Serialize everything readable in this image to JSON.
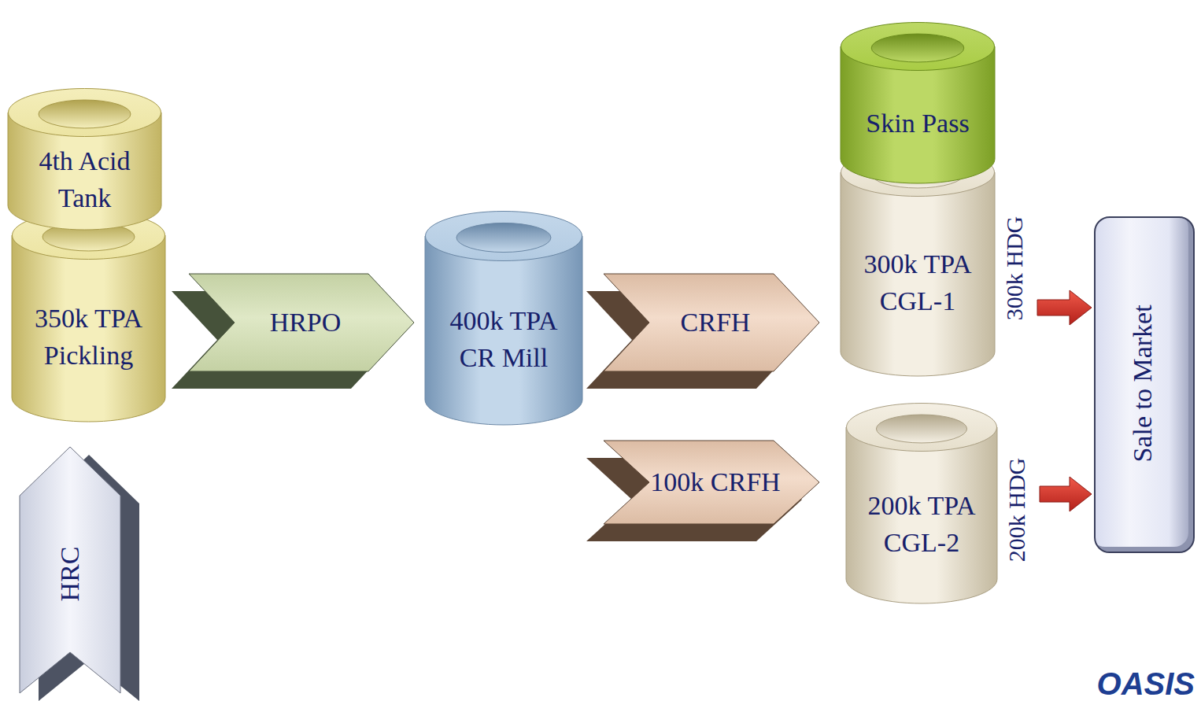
{
  "diagram": {
    "nodes": [
      {
        "text": [
          "4th Acid Tank"
        ]
      },
      {
        "text": [
          "350k TPA Pickling"
        ]
      },
      {
        "text": [
          "HRPO"
        ]
      },
      {
        "text": [
          "400k TPA CR Mill"
        ]
      },
      {
        "text": [
          "CRFH"
        ]
      },
      {
        "text": [
          "Skin Pass"
        ]
      },
      {
        "text": [
          "300k TPA CGL-1",
          "300k HDG"
        ]
      },
      {
        "text": [
          "Sale to Market"
        ]
      },
      {
        "text": [
          "100k CRFH"
        ]
      },
      {
        "text": [
          "200k TPA CGL-2",
          "200k HDG"
        ]
      },
      {
        "text": [
          "HRC"
        ]
      }
    ],
    "edges": [
      {
        "from": 6,
        "to": 7,
        "arrow": "to"
      },
      {
        "from": 9,
        "to": 7,
        "arrow": "to"
      }
    ],
    "labels": [
      "OASIS"
    ]
  }
}
